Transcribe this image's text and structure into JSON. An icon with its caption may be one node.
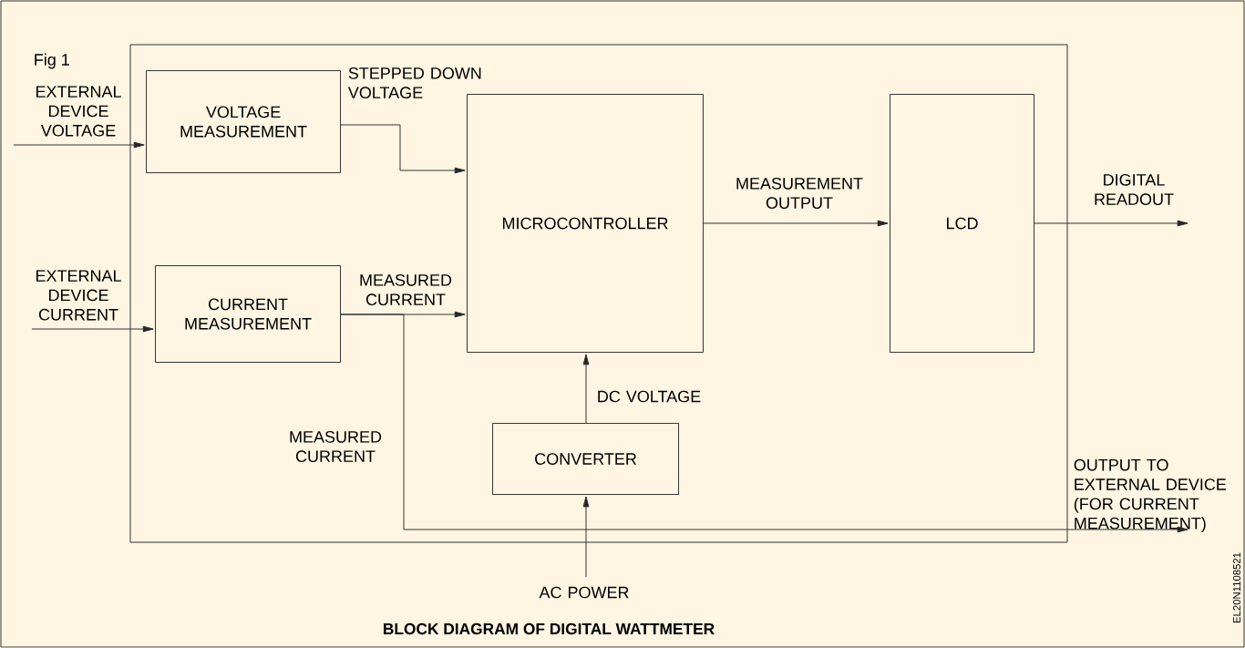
{
  "diagram": {
    "caption": "BLOCK DIAGRAM OF DIGITAL WATTMETER",
    "nodes": [
      {
        "text": [],
        "shape": "box"
      },
      {
        "text": [
          "VOLTAGE MEASUREMENT"
        ],
        "in": 0
      },
      {
        "text": [
          "CURRENT MEASUREMENT"
        ],
        "in": 0
      },
      {
        "text": [
          "MICROCONTROLLER"
        ],
        "in": 0
      },
      {
        "text": [
          "LCD"
        ],
        "in": 0
      },
      {
        "text": [
          "CONVERTER"
        ],
        "in": 0
      },
      {
        "text": [
          "OUTPUT TO EXTERNAL DEVICE (FOR CURRENT MEASUREMENT)"
        ]
      }
    ],
    "edges": [
      {
        "from": null,
        "to": 1,
        "arrow": "to",
        "label": "EXTERNAL DEVICE VOLTAGE"
      },
      {
        "from": null,
        "to": 2,
        "arrow": "to",
        "label": "EXTERNAL DEVICE CURRENT"
      },
      {
        "from": 1,
        "to": 3,
        "arrow": "to",
        "label": "STEPPED DOWN VOLTAGE"
      },
      {
        "from": 2,
        "to": 3,
        "arrow": "to",
        "label": "MEASURED CURRENT"
      },
      {
        "from": 2,
        "to": 6,
        "arrow": "to",
        "label": "MEASURED CURRENT"
      },
      {
        "from": 3,
        "to": 4,
        "arrow": "to",
        "label": "MEASUREMENT OUTPUT"
      },
      {
        "from": 4,
        "to": null,
        "arrow": "to",
        "label": "DIGITAL READOUT"
      },
      {
        "from": 5,
        "to": 3,
        "arrow": "to",
        "label": "DC VOLTAGE"
      },
      {
        "from": null,
        "to": 5,
        "arrow": "to",
        "label": "AC POWER"
      }
    ],
    "labels": [
      "Fig 1",
      "EL20N1108521"
    ]
  }
}
